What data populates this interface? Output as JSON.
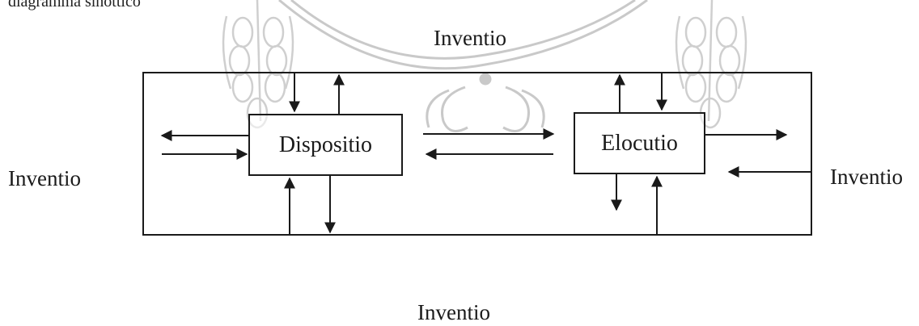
{
  "diagram": {
    "top_fragment": "diagramma sinottico",
    "labels": {
      "top": "Inventio",
      "left": "Inventio",
      "right": "Inventio",
      "bottom": "Inventio"
    },
    "boxes": {
      "dispositio": "Dispositio",
      "elocutio": "Elocutio"
    },
    "colors": {
      "ink": "#1a1a1a",
      "watermark": "#c9c9c9"
    }
  }
}
